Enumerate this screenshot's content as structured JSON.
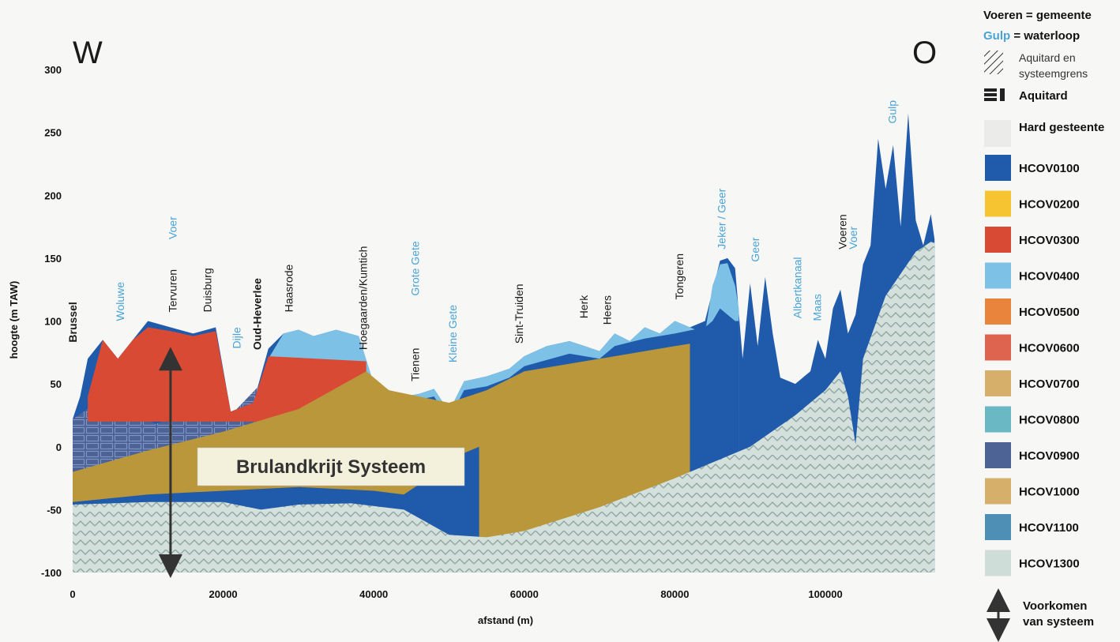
{
  "chart_data": {
    "type": "area",
    "direction_left": "W",
    "direction_right": "O",
    "xlabel": "afstand (m)",
    "ylabel": "hoogte (m TAW)",
    "xlim": [
      0,
      115000
    ],
    "ylim": [
      -100,
      300
    ],
    "xticks": [
      "0",
      "20000",
      "40000",
      "60000",
      "80000",
      "100000"
    ],
    "xtick_values": [
      0,
      20000,
      40000,
      60000,
      80000,
      100000
    ],
    "yticks": [
      "300",
      "250",
      "200",
      "150",
      "100",
      "50",
      "0",
      "-50",
      "-100"
    ],
    "ytick_values": [
      300,
      250,
      200,
      150,
      100,
      50,
      0,
      -50,
      -100
    ],
    "system_label": "Brulandkrijt Systeem",
    "system_arrow": {
      "x": 13000,
      "y_top": 70,
      "y_bottom": -95
    },
    "places": [
      {
        "text": "Brussel",
        "x": 500,
        "y": 83,
        "type": "gemeente",
        "bold": true
      },
      {
        "text": "Woluwe",
        "x": 6800,
        "y": 100,
        "type": "waterloop"
      },
      {
        "text": "Tervuren",
        "x": 13800,
        "y": 107,
        "type": "gemeente"
      },
      {
        "text": "Voer",
        "x": 13800,
        "y": 165,
        "type": "waterloop"
      },
      {
        "text": "Duisburg",
        "x": 18400,
        "y": 107,
        "type": "gemeente"
      },
      {
        "text": "Dijle",
        "x": 22300,
        "y": 78,
        "type": "waterloop"
      },
      {
        "text": "Oud-Heverlee",
        "x": 25000,
        "y": 77,
        "type": "gemeente",
        "bold": true
      },
      {
        "text": "Haasrode",
        "x": 29200,
        "y": 107,
        "type": "gemeente"
      },
      {
        "text": "Hoegaarden/Kumtich",
        "x": 39100,
        "y": 77,
        "type": "gemeente"
      },
      {
        "text": "Tienen",
        "x": 46000,
        "y": 52,
        "type": "gemeente"
      },
      {
        "text": "Grote Gete",
        "x": 46000,
        "y": 120,
        "type": "waterloop"
      },
      {
        "text": "Kleine Gete",
        "x": 51000,
        "y": 67,
        "type": "waterloop"
      },
      {
        "text": "Sint-Truiden",
        "x": 59800,
        "y": 82,
        "type": "gemeente"
      },
      {
        "text": "Herk",
        "x": 68400,
        "y": 102,
        "type": "gemeente"
      },
      {
        "text": "Heers",
        "x": 71500,
        "y": 97,
        "type": "gemeente"
      },
      {
        "text": "Tongeren",
        "x": 81100,
        "y": 117,
        "type": "gemeente"
      },
      {
        "text": "Jeker / Geer",
        "x": 86700,
        "y": 157,
        "type": "waterloop"
      },
      {
        "text": "Geer",
        "x": 91200,
        "y": 147,
        "type": "waterloop"
      },
      {
        "text": "Albertkanaal",
        "x": 96800,
        "y": 102,
        "type": "waterloop"
      },
      {
        "text": "Maas",
        "x": 99400,
        "y": 100,
        "type": "waterloop"
      },
      {
        "text": "Voeren",
        "x": 102800,
        "y": 157,
        "type": "gemeente"
      },
      {
        "text": "Voer",
        "x": 104200,
        "y": 157,
        "type": "waterloop"
      },
      {
        "text": "Gulp",
        "x": 109400,
        "y": 257,
        "type": "waterloop"
      }
    ],
    "layers": [
      {
        "name": "HCOV1300",
        "color": "#cfddd8",
        "top": [
          [
            0,
            -46
          ],
          [
            10000,
            -44
          ],
          [
            20000,
            -44
          ],
          [
            25000,
            -50
          ],
          [
            30000,
            -46
          ],
          [
            37000,
            -45
          ],
          [
            44000,
            -50
          ],
          [
            47000,
            -60
          ],
          [
            50000,
            -70
          ],
          [
            55000,
            -72
          ],
          [
            60000,
            -67
          ],
          [
            70000,
            -48
          ],
          [
            80000,
            -25
          ],
          [
            90000,
            0
          ],
          [
            96000,
            25
          ],
          [
            100000,
            45
          ],
          [
            102000,
            60
          ],
          [
            103000,
            40
          ],
          [
            104000,
            2
          ],
          [
            105000,
            70
          ],
          [
            108000,
            120
          ],
          [
            112000,
            155
          ],
          [
            114000,
            163
          ],
          [
            114500,
            162
          ]
        ]
      },
      {
        "name": "HCOV0100",
        "color": "#1f5aab",
        "top": [
          [
            0,
            22
          ],
          [
            1000,
            40
          ],
          [
            2000,
            70
          ],
          [
            4000,
            85
          ],
          [
            6000,
            70
          ],
          [
            8000,
            85
          ],
          [
            10000,
            100
          ],
          [
            13000,
            95
          ],
          [
            16000,
            90
          ],
          [
            19000,
            95
          ],
          [
            21000,
            28
          ],
          [
            24000,
            35
          ],
          [
            26000,
            78
          ],
          [
            28000,
            90
          ],
          [
            30000,
            93
          ],
          [
            32000,
            88
          ],
          [
            35000,
            93
          ],
          [
            38000,
            88
          ],
          [
            40000,
            50
          ],
          [
            42000,
            45
          ],
          [
            44000,
            40
          ],
          [
            46000,
            42
          ],
          [
            48000,
            46
          ],
          [
            50000,
            28
          ],
          [
            52000,
            52
          ],
          [
            55000,
            56
          ],
          [
            58000,
            62
          ],
          [
            60000,
            72
          ],
          [
            63000,
            80
          ],
          [
            66000,
            84
          ],
          [
            68000,
            80
          ],
          [
            70000,
            76
          ],
          [
            72000,
            90
          ],
          [
            74000,
            84
          ],
          [
            76000,
            95
          ],
          [
            78000,
            90
          ],
          [
            80000,
            100
          ],
          [
            82000,
            95
          ],
          [
            84000,
            100
          ],
          [
            86000,
            148
          ],
          [
            87000,
            150
          ],
          [
            88000,
            142
          ],
          [
            89000,
            70
          ],
          [
            90000,
            130
          ],
          [
            91000,
            80
          ],
          [
            92000,
            135
          ],
          [
            93000,
            90
          ],
          [
            94000,
            55
          ],
          [
            96000,
            50
          ],
          [
            98000,
            60
          ],
          [
            99000,
            85
          ],
          [
            100000,
            70
          ],
          [
            101000,
            110
          ],
          [
            102000,
            125
          ],
          [
            103000,
            90
          ],
          [
            104000,
            105
          ],
          [
            105000,
            145
          ],
          [
            106000,
            160
          ],
          [
            107000,
            245
          ],
          [
            108000,
            205
          ],
          [
            109000,
            240
          ],
          [
            110000,
            175
          ],
          [
            111000,
            265
          ],
          [
            112000,
            180
          ],
          [
            113000,
            160
          ],
          [
            114000,
            185
          ],
          [
            114500,
            165
          ]
        ]
      },
      {
        "name": "HCOV0400",
        "color": "#7ec1e6",
        "top": [
          [
            26000,
            70
          ],
          [
            28000,
            90
          ],
          [
            30000,
            93
          ],
          [
            32000,
            88
          ],
          [
            35000,
            93
          ],
          [
            38000,
            88
          ],
          [
            40000,
            50
          ],
          [
            42000,
            45
          ],
          [
            44000,
            40
          ],
          [
            46000,
            42
          ],
          [
            48000,
            46
          ],
          [
            50000,
            28
          ],
          [
            52000,
            52
          ],
          [
            55000,
            56
          ],
          [
            58000,
            62
          ],
          [
            60000,
            72
          ],
          [
            63000,
            80
          ],
          [
            66000,
            84
          ],
          [
            68000,
            80
          ],
          [
            70000,
            76
          ],
          [
            72000,
            90
          ],
          [
            74000,
            84
          ],
          [
            76000,
            95
          ],
          [
            78000,
            90
          ],
          [
            80000,
            100
          ],
          [
            82000,
            95
          ],
          [
            84000,
            90
          ],
          [
            85000,
            128
          ],
          [
            86000,
            145
          ],
          [
            87000,
            146
          ],
          [
            88000,
            128
          ],
          [
            88500,
            110
          ]
        ]
      },
      {
        "name": "HCOV0700",
        "color": "#b9973a",
        "top": [
          [
            0,
            -20
          ],
          [
            10000,
            -3
          ],
          [
            20000,
            12
          ],
          [
            30000,
            30
          ],
          [
            36000,
            50
          ],
          [
            39000,
            60
          ],
          [
            42000,
            45
          ],
          [
            46000,
            40
          ],
          [
            50000,
            35
          ],
          [
            55000,
            45
          ],
          [
            60000,
            60
          ],
          [
            70000,
            70
          ],
          [
            80000,
            80
          ],
          [
            82000,
            82
          ]
        ]
      },
      {
        "name": "HCOV0900",
        "color": "#4d6396",
        "top": [
          [
            0,
            22
          ],
          [
            2000,
            30
          ],
          [
            5000,
            35
          ],
          [
            8000,
            30
          ],
          [
            11000,
            18
          ],
          [
            14000,
            25
          ],
          [
            18000,
            30
          ],
          [
            21000,
            25
          ],
          [
            25000,
            50
          ],
          [
            28000,
            60
          ],
          [
            30000,
            45
          ],
          [
            33000,
            55
          ],
          [
            36000,
            50
          ],
          [
            38000,
            60
          ],
          [
            39000,
            60
          ]
        ]
      },
      {
        "name": "HCOV0300",
        "color": "#d94a35",
        "top": [
          [
            2000,
            40
          ],
          [
            4000,
            85
          ],
          [
            6000,
            70
          ],
          [
            8000,
            85
          ],
          [
            10000,
            95
          ],
          [
            13000,
            92
          ],
          [
            16000,
            88
          ],
          [
            19000,
            92
          ],
          [
            21000,
            28
          ],
          [
            24000,
            35
          ],
          [
            26000,
            72
          ],
          [
            39000,
            68
          ]
        ]
      }
    ],
    "legend_gemeente_word": "Voeren",
    "legend_gemeente_rest": " = gemeente",
    "legend_waterloop_word": "Gulp",
    "legend_waterloop_rest": " = waterloop",
    "legend_symbols": [
      {
        "label_lines": [
          "Aquitard en",
          "systeemgrens"
        ],
        "pattern": "diagonal",
        "style": "normal"
      },
      {
        "label_lines": [
          "Aquitard"
        ],
        "pattern": "bricks",
        "style": "bold"
      },
      {
        "label_lines": [
          "Hard gesteente"
        ],
        "pattern": "blank",
        "style": "bold"
      }
    ],
    "legend": [
      {
        "name": "HCOV0100",
        "color": "#1f5aab"
      },
      {
        "name": "HCOV0200",
        "color": "#f5c430"
      },
      {
        "name": "HCOV0300",
        "color": "#d94a35"
      },
      {
        "name": "HCOV0400",
        "color": "#7ec1e6"
      },
      {
        "name": "HCOV0500",
        "color": "#e8843c"
      },
      {
        "name": "HCOV0600",
        "color": "#df6450"
      },
      {
        "name": "HCOV0700",
        "color": "#d6b06a"
      },
      {
        "name": "HCOV0800",
        "color": "#6ab8c4"
      },
      {
        "name": "HCOV0900",
        "color": "#4d6396"
      },
      {
        "name": "HCOV1000",
        "color": "#d6b06a"
      },
      {
        "name": "HCOV1100",
        "color": "#4e90b5"
      },
      {
        "name": "HCOV1300",
        "color": "#cfddd8"
      }
    ],
    "legend_arrow_label": [
      "Voorkomen",
      "van systeem"
    ],
    "colors": {
      "gemeente": "#1a1a1a",
      "waterloop": "#4aa3d6"
    }
  }
}
